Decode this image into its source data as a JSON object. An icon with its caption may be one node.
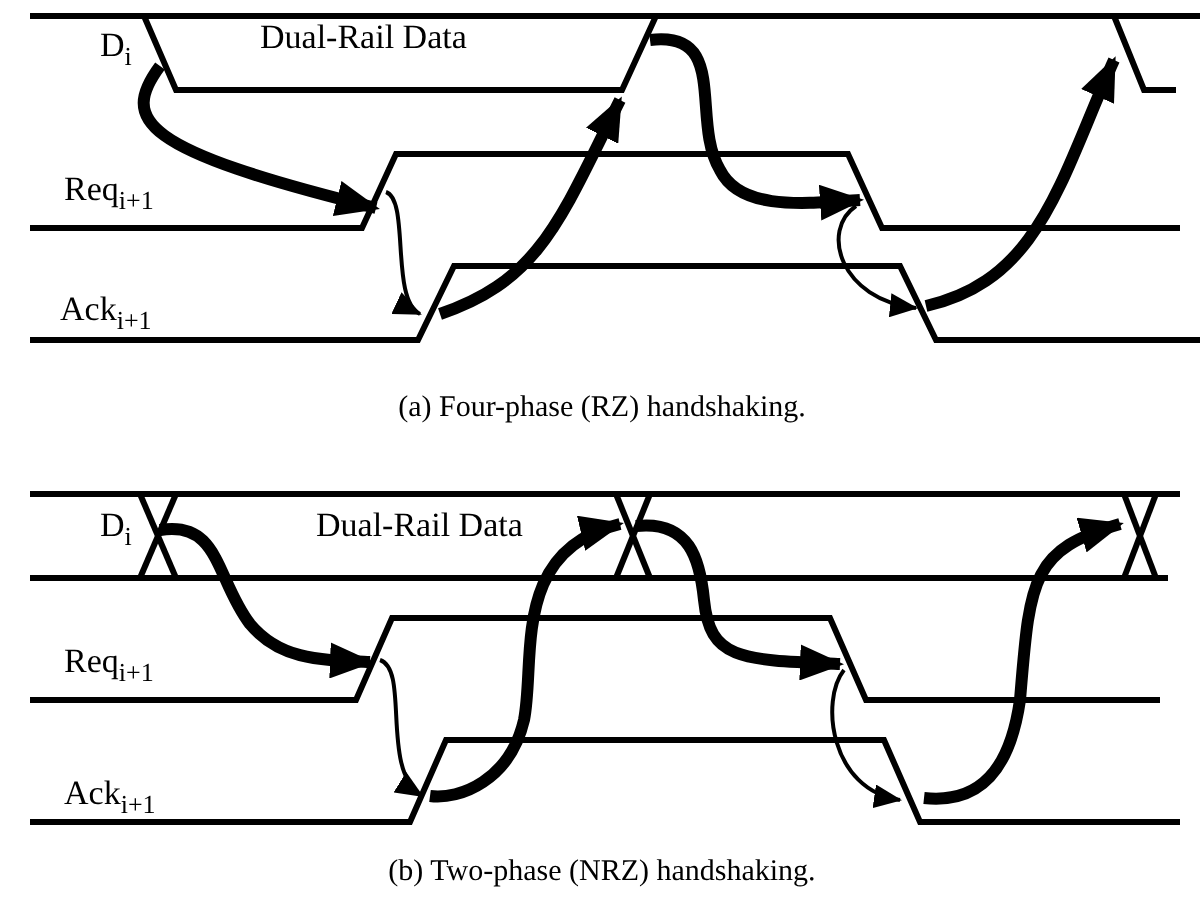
{
  "diagram": {
    "labels": [
      "D$_{i}$",
      "Dual-Rail Data",
      "Req$_{i+1}$",
      "Ack$_{i+1}$",
      "(a) Four-phase (RZ) handshaking.",
      "D$_{i}$",
      "Dual-Rail Data",
      "Req$_{i+1}$",
      "Ack$_{i+1}$",
      "(b) Two-phase (NRZ) handshaking."
    ]
  }
}
